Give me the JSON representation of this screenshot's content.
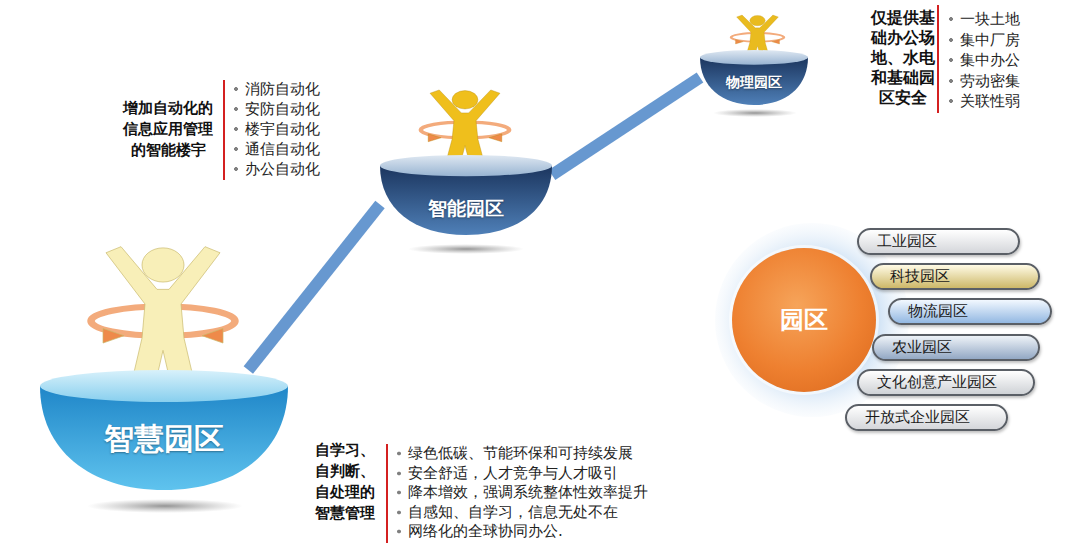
{
  "diagram": {
    "nodes": [
      {
        "text": [
          "物理园区"
        ]
      },
      {
        "text": [
          "智能园区"
        ]
      },
      {
        "text": [
          "园区"
        ]
      },
      {
        "text": [
          "工业园区"
        ]
      },
      {
        "text": [
          "科技园区"
        ]
      },
      {
        "text": [
          "物流园区"
        ]
      },
      {
        "text": [
          "农业园区"
        ]
      },
      {
        "text": [
          "文化创意产业园区"
        ]
      },
      {
        "text": [
          "开放式企业园区"
        ]
      },
      {
        "text": [
          "智慧园区"
        ]
      }
    ],
    "edges": [
      {
        "from": 9,
        "to": 1,
        "arrow": "none"
      },
      {
        "from": 1,
        "to": 0,
        "arrow": "none"
      }
    ],
    "labels": [
      "仅提供基础办公场地、水电和基础园区安全",
      "一块土地",
      "集中厂房",
      "集中办公",
      "劳动密集",
      "关联性弱",
      "增加自动化的信息应用管理的智能楼宇",
      "消防自动化",
      "安防自动化",
      "楼宇自动化",
      "通信自动化",
      "办公自动化",
      "自学习、自判断、自处理的智慧管理",
      "绿色低碳、节能环保和可持续发展",
      "安全舒适，人才竞争与人才吸引",
      "降本增效，强调系统整体性效率提升",
      "自感知、自学习，信息无处不在",
      "网络化的全球协同办公."
    ]
  }
}
